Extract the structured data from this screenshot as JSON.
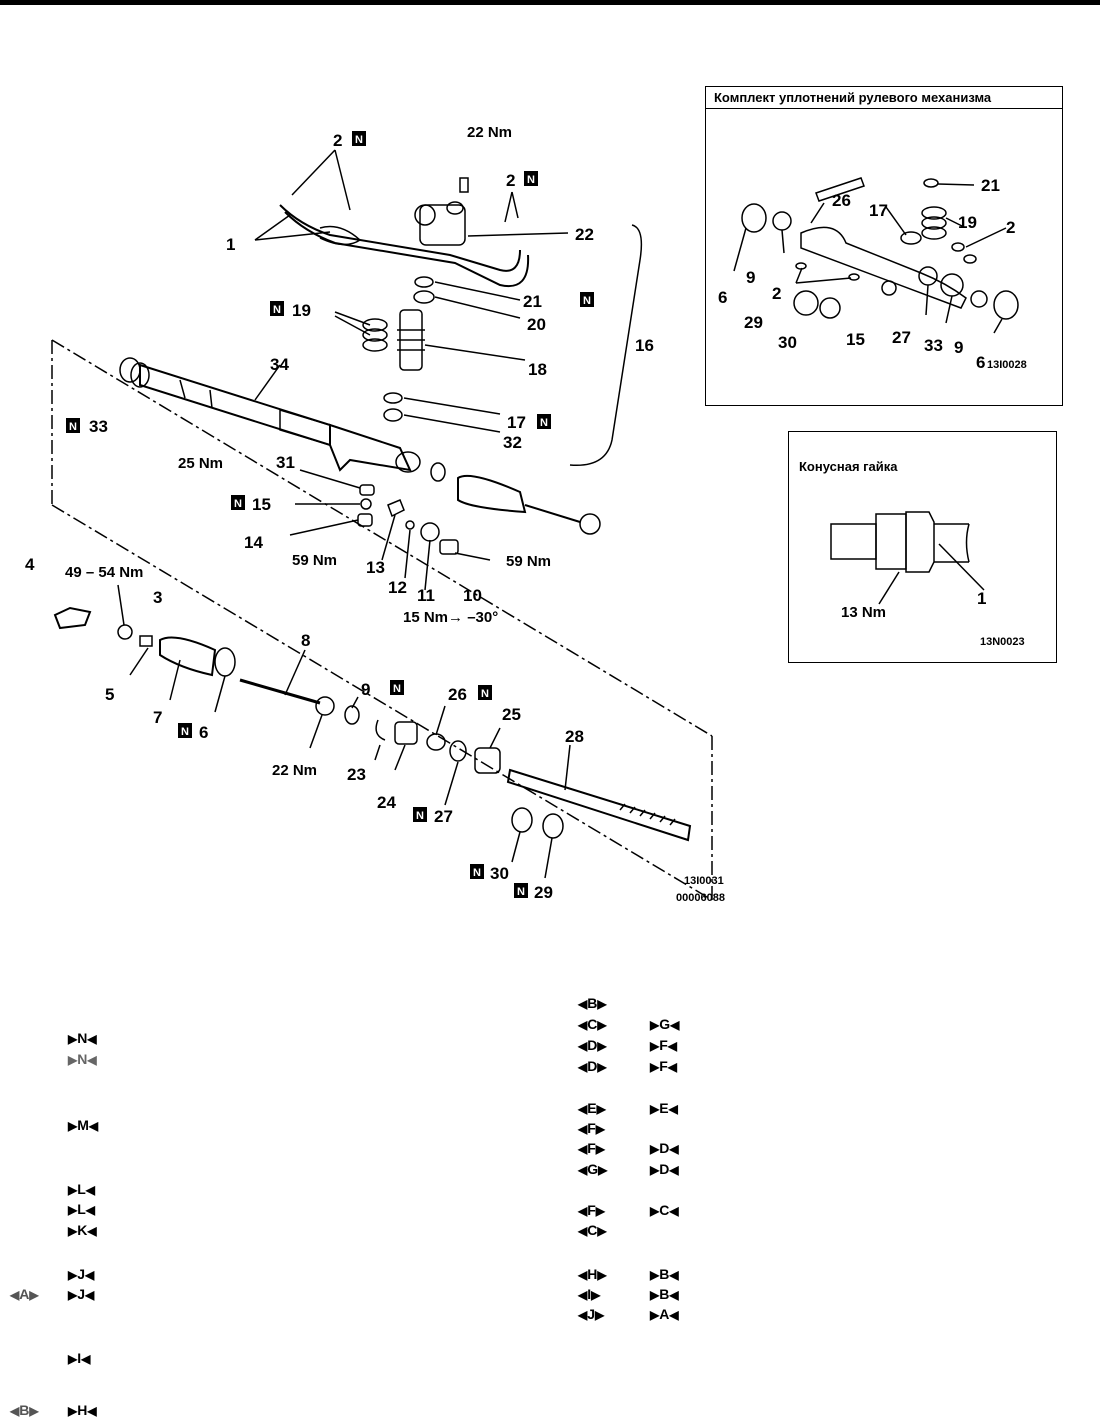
{
  "callouts": {
    "n1": "1",
    "n2a": "2",
    "n2b": "2",
    "n3": "3",
    "n4": "4",
    "n5": "5",
    "n6": "6",
    "n7": "7",
    "n8": "8",
    "n9": "9",
    "n10": "10",
    "n11": "11",
    "n12": "12",
    "n13": "13",
    "n14": "14",
    "n15": "15",
    "n16": "16",
    "n17": "17",
    "n18": "18",
    "n19": "19",
    "n20": "20",
    "n21": "21",
    "n22": "22",
    "n23": "23",
    "n24": "24",
    "n25": "25",
    "n26": "26",
    "n27": "27",
    "n28": "28",
    "n29": "29",
    "n30": "30",
    "n31": "31",
    "n32": "32",
    "n33": "33",
    "n34": "34"
  },
  "torques": {
    "t22_top": "22 Nm",
    "t25": "25 Nm",
    "t59a": "59 Nm",
    "t59b": "59 Nm",
    "t15": "15 Nm→ –30°",
    "t4954": "49 – 54 Nm",
    "t22_bottom": "22 Nm"
  },
  "badge_letter": "N",
  "figure_codes": {
    "main_a": "13I0031",
    "main_b": "00006088"
  },
  "inset_seal_kit": {
    "title": "Комплект  уплотнений  рулевого механизма",
    "labels": {
      "a26": "26",
      "a17": "17",
      "a19": "19",
      "a21": "21",
      "a2a": "2",
      "a6a": "6",
      "a9a": "9",
      "a9b": "9",
      "a2b": "2",
      "a29": "29",
      "a30": "30",
      "a15": "15",
      "a27": "27",
      "a33": "33",
      "a6b": "6"
    },
    "code": "13I0028"
  },
  "inset_cone_nut": {
    "title": "Конусная гайка",
    "torque": "13 Nm",
    "label": "1",
    "code": "13N0023"
  },
  "installation_symbols": [
    "N",
    "N",
    "M",
    "L",
    "L",
    "K",
    "J",
    "J",
    "I",
    "H"
  ],
  "removal_symbols_left": [
    "A",
    "B"
  ],
  "removal_symbols_right": [
    "B",
    "C",
    "D",
    "D",
    "E",
    "F",
    "F",
    "G",
    "F",
    "C",
    "H",
    "I",
    "J"
  ],
  "installation_symbols_right": [
    "G",
    "F",
    "F",
    "E",
    "D",
    "D",
    "C",
    "B",
    "B",
    "A"
  ]
}
